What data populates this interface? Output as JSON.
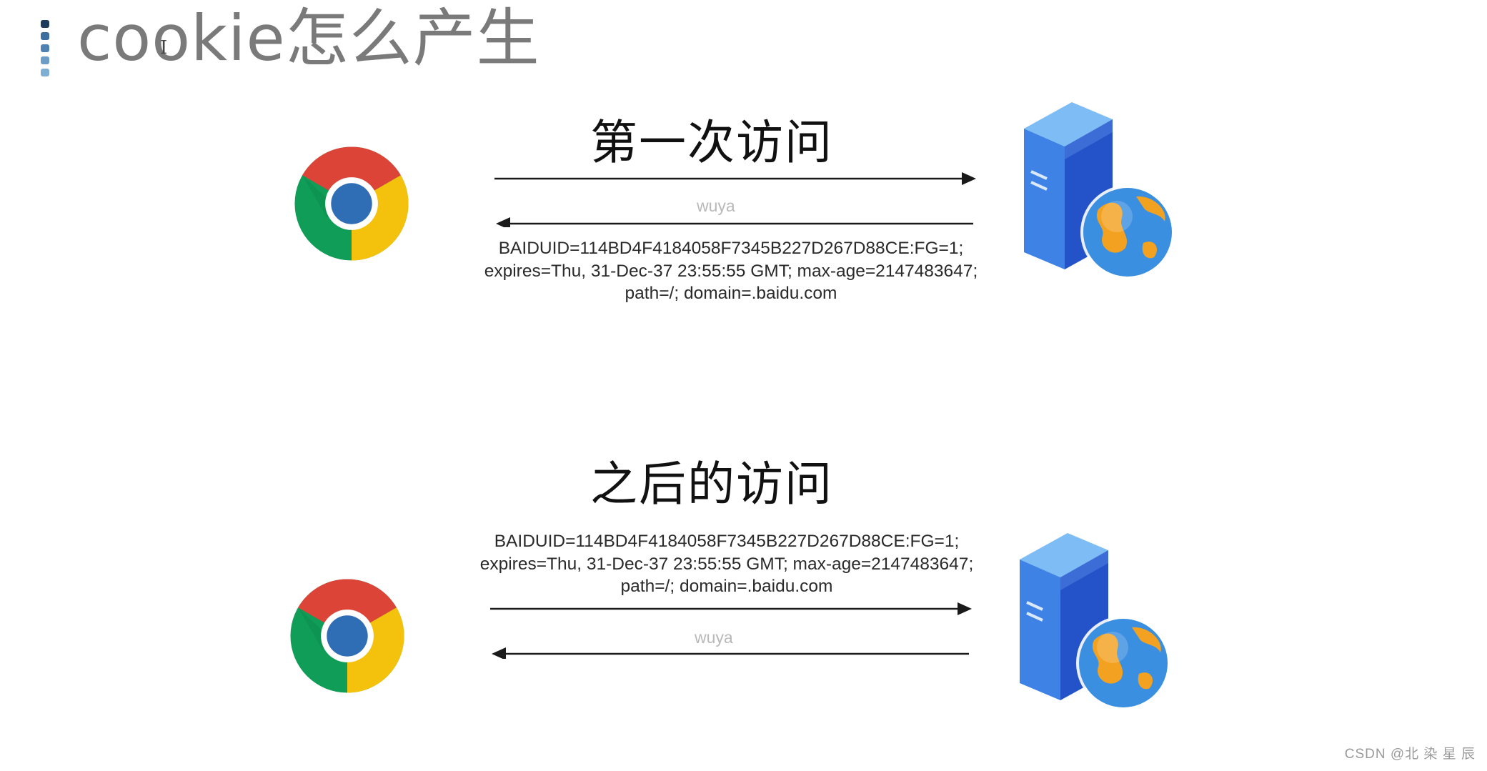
{
  "page": {
    "title": "cookie怎么产生",
    "watermark": "CSDN @北 染 星 辰"
  },
  "colors": {
    "title_text": "#7a7a7a",
    "title_bar_dark": "#1f3b5c",
    "title_bar_mid": "#3d6f9e",
    "title_bar_light": "#7faed3",
    "chrome_red": "#db4437",
    "chrome_yellow": "#f4c20d",
    "chrome_green": "#0f9d58",
    "chrome_blue": "#4285f4",
    "server_blue": "#2f5fd8",
    "globe_blue": "#3a8fe0",
    "globe_land": "#f2a120"
  },
  "icons": {
    "client": "chrome-browser-icon",
    "server": "web-server-globe-icon"
  },
  "first_visit": {
    "heading": "第一次访问",
    "reply_label": "wuya",
    "cookie_lines": [
      "BAIDUID=114BD4F4184058F7345B227D267D88CE:FG=1;",
      "expires=Thu, 31-Dec-37 23:55:55 GMT; max-age=2147483647;",
      "path=/; domain=.baidu.com"
    ]
  },
  "later_visit": {
    "heading": "之后的访问",
    "reply_label": "wuya",
    "cookie_lines": [
      "BAIDUID=114BD4F4184058F7345B227D267D88CE:FG=1;",
      "expires=Thu, 31-Dec-37 23:55:55 GMT; max-age=2147483647;",
      "path=/; domain=.baidu.com"
    ]
  }
}
